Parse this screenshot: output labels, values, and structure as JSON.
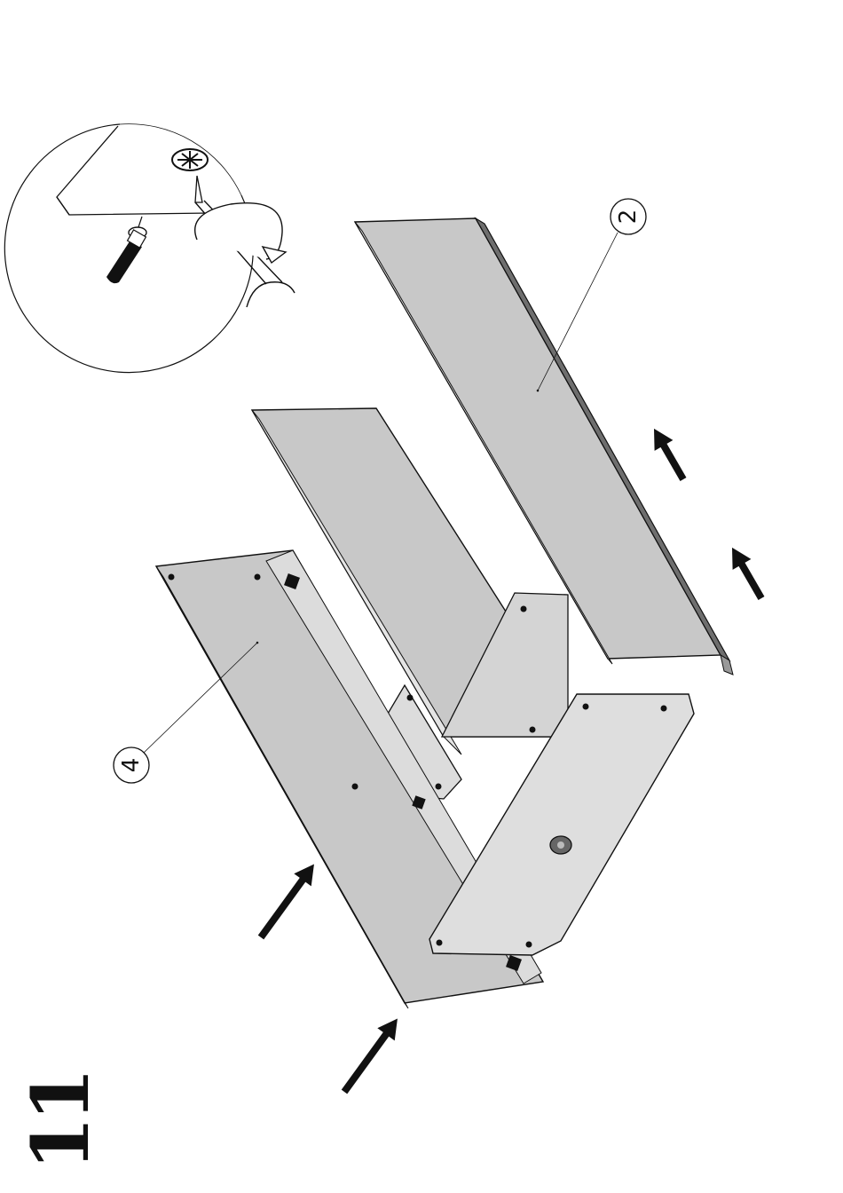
{
  "step": {
    "number": "11"
  },
  "callouts": [
    {
      "id": "panel-top",
      "label": "2"
    },
    {
      "id": "panel-side",
      "label": "4"
    }
  ],
  "icons": [
    "screwdriver-icon",
    "cam-lock-icon",
    "rotate-arrow-icon",
    "dowel-icon",
    "arrow-icon"
  ],
  "colors": {
    "panel_fill": "#c8c8c8",
    "panel_light": "#dcdcdc",
    "line": "#111111",
    "background": "#ffffff"
  }
}
